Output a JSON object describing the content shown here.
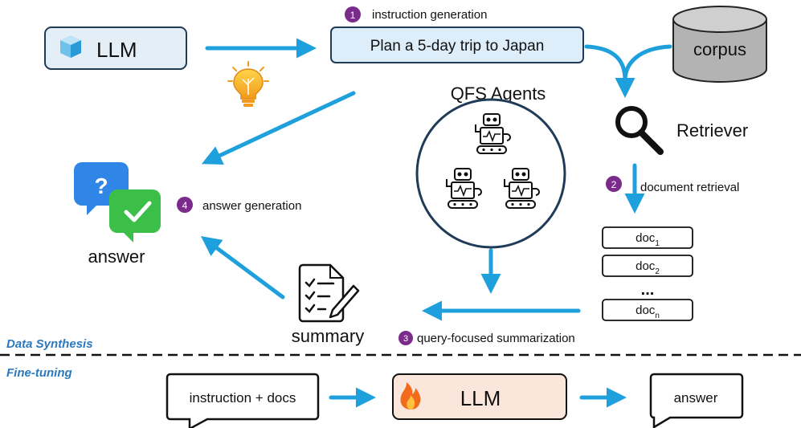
{
  "top": {
    "llm_label": "LLM",
    "instruction_text": "Plan a 5-day trip to Japan",
    "corpus_label": "corpus",
    "retriever_label": "Retriever",
    "qfs_agents_label": "QFS Agents",
    "answer_label": "answer",
    "summary_label": "summary",
    "docs": {
      "doc1": "doc",
      "sub1": "1",
      "doc2": "doc",
      "sub2": "2",
      "ellipsis": "...",
      "docn": "doc",
      "subn": "n"
    }
  },
  "steps": [
    {
      "number": "1",
      "label": "instruction generation"
    },
    {
      "number": "2",
      "label": "document retrieval"
    },
    {
      "number": "3",
      "label": "query-focused summarization"
    },
    {
      "number": "4",
      "label": "answer generation"
    }
  ],
  "sections": {
    "synthesis": "Data Synthesis",
    "finetune": "Fine-tuning"
  },
  "bottom": {
    "input_label": "instruction + docs",
    "llm_label": "LLM",
    "output_label": "answer"
  },
  "colors": {
    "arrow": "#1ea0dc",
    "step_badge": "#7b2b8b",
    "llm_box": "#e4eef7",
    "instruction_box": "#ddeefa",
    "section_text": "#2a79bf",
    "finetune_llm_box": "#fbe6dc"
  }
}
